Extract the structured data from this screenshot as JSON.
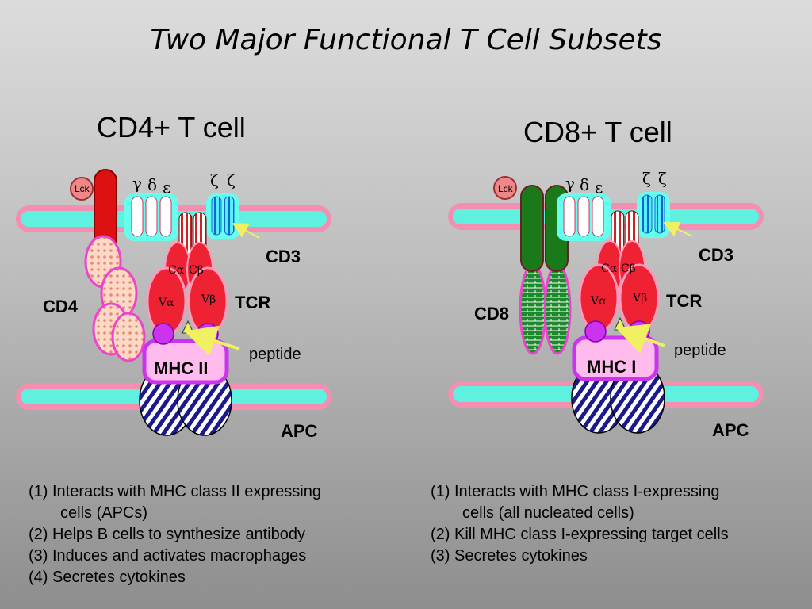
{
  "title": "Two Major Functional T Cell Subsets",
  "cd4": {
    "heading": "CD4+ T cell",
    "lck": "Lck",
    "gamma": "γ",
    "delta": "δ",
    "epsilon": "ε",
    "zeta1": "ζ",
    "zeta2": "ζ",
    "cd3": "CD3",
    "c_alpha": "Cα",
    "c_beta": "Cβ",
    "v_alpha": "Vα",
    "v_beta": "Vβ",
    "tcr": "TCR",
    "coreceptor": "CD4",
    "peptide": "peptide",
    "mhc": "MHC II",
    "apc": "APC",
    "functions": [
      "(1) Interacts with MHC class II expressing",
      "cells (APCs)",
      "(2) Helps B cells to synthesize antibody",
      "(3) Induces and activates macrophages",
      "(4) Secretes cytokines"
    ]
  },
  "cd8": {
    "heading": "CD8+ T cell",
    "lck": "Lck",
    "gamma": "γ",
    "delta": "δ",
    "epsilon": "ε",
    "zeta1": "ζ",
    "zeta2": "ζ",
    "cd3": "CD3",
    "c_alpha": "Cα",
    "c_beta": "Cβ",
    "v_alpha": "Vα",
    "v_beta": "Vβ",
    "tcr": "TCR",
    "coreceptor": "CD8",
    "peptide": "peptide",
    "mhc": "MHC I",
    "apc": "APC",
    "functions": [
      "(1) Interacts with MHC class I-expressing",
      "cells (all nucleated cells)",
      "(2) Kill MHC class I-expressing target cells",
      "(3) Secretes cytokines"
    ]
  },
  "colors": {
    "membrane_outer": "#f48fb1",
    "membrane_inner": "#5ff0e0",
    "tcr_red": "#ee2233",
    "mhc_pink": "#ff88ee",
    "cd8_green": "#1a7a1a",
    "peptide_purple": "#cc33ee",
    "arrow_yellow": "#f0f060"
  }
}
